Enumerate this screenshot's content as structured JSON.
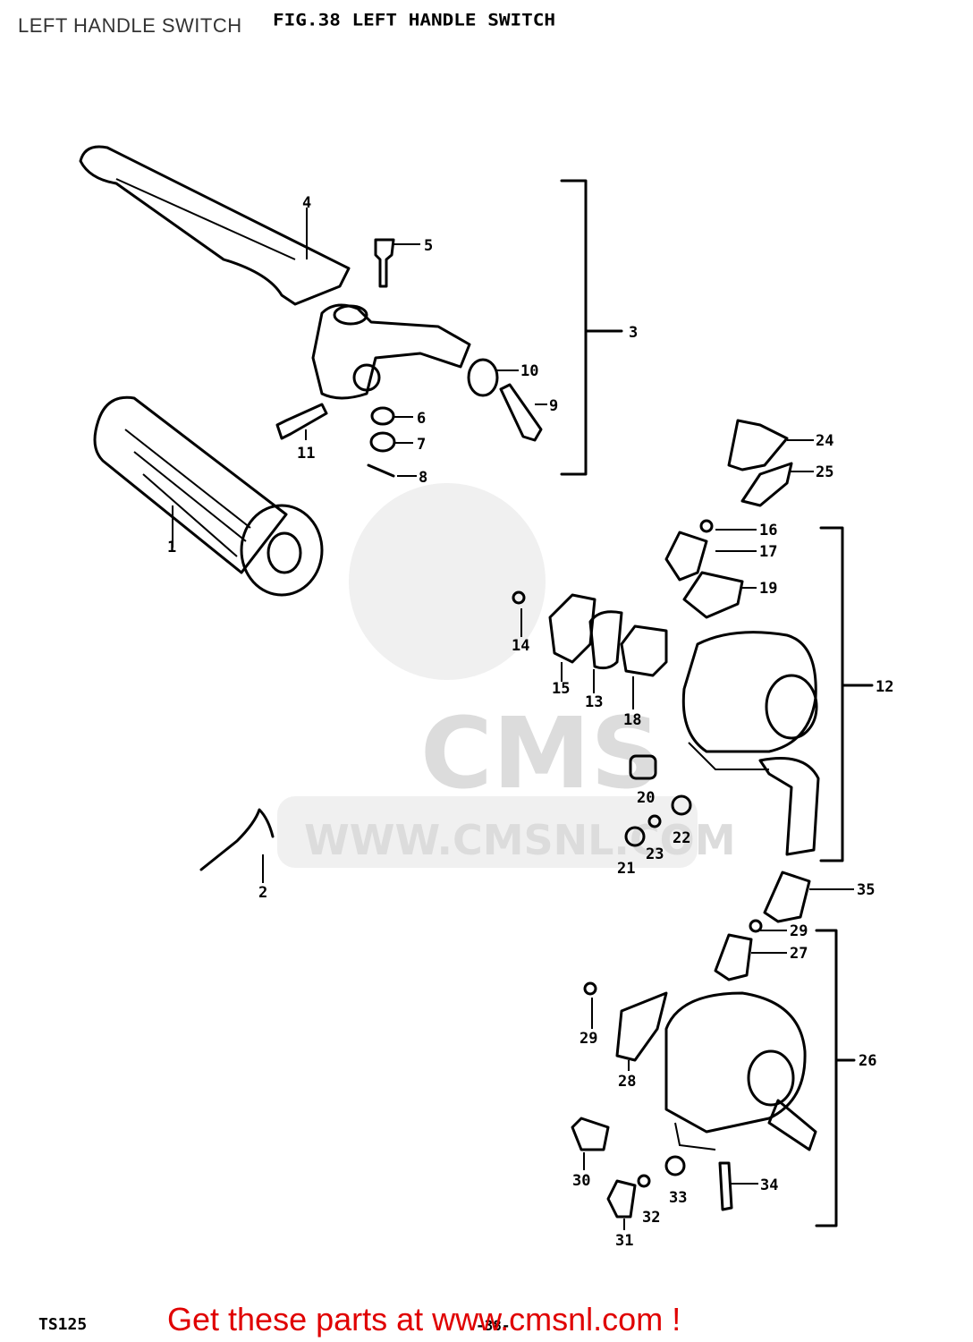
{
  "page": {
    "title": "LEFT HANDLE SWITCH",
    "figure_title": "FIG.38  LEFT HANDLE SWITCH",
    "model_code": "TS125",
    "page_number": "-38-",
    "promo": "Get these parts at www.cmsnl.com !",
    "promo_color": "#e00000"
  },
  "watermark": {
    "logo_text": "CMS",
    "url_text": "WWW.CMSNL.COM"
  },
  "callouts": [
    "1",
    "2",
    "3",
    "4",
    "5",
    "6",
    "7",
    "8",
    "9",
    "10",
    "11",
    "12",
    "13",
    "14",
    "15",
    "16",
    "17",
    "18",
    "19",
    "20",
    "21",
    "22",
    "23",
    "24",
    "25",
    "26",
    "27",
    "28",
    "29",
    "29",
    "30",
    "31",
    "32",
    "33",
    "34",
    "35"
  ]
}
